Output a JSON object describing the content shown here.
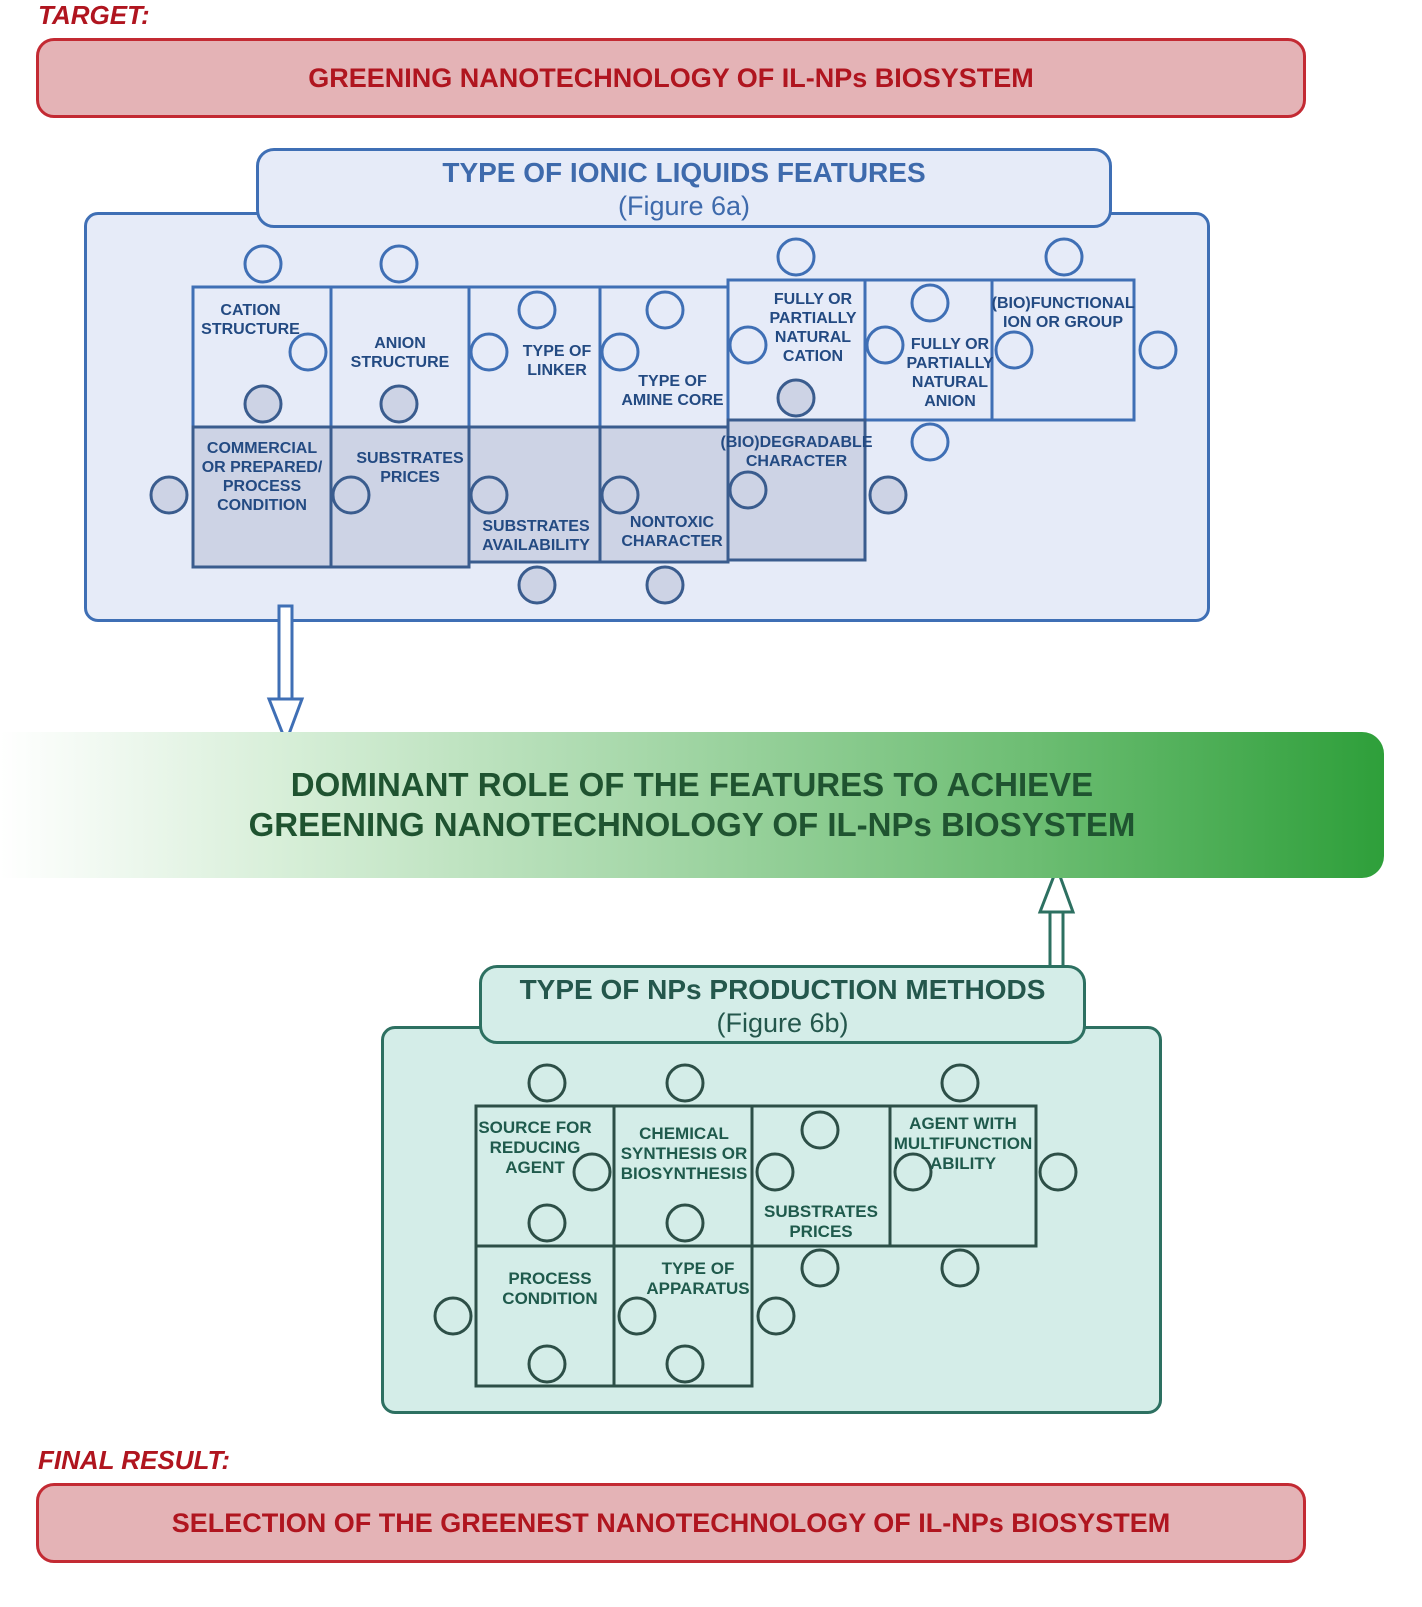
{
  "target": {
    "label": "TARGET:",
    "text": "GREENING NANOTECHNOLOGY OF IL-NPs BIOSYSTEM"
  },
  "ionic_liquids": {
    "title": "TYPE OF IONIC LIQUIDS FEATURES",
    "subtitle": "(Figure 6a)",
    "pieces": [
      "CATION STRUCTURE",
      "ANION STRUCTURE",
      "TYPE OF LINKER",
      "TYPE OF AMINE CORE",
      "FULLY OR PARTIALLY NATURAL CATION",
      "FULLY OR PARTIALLY NATURAL ANION",
      "(BIO)FUNCTIONAL ION OR GROUP",
      "COMMERCIAL OR PREPARED/ PROCESS CONDITION",
      "SUBSTRATES PRICES",
      "SUBSTRATES AVAILABILITY",
      "NONTOXIC CHARACTER",
      "(BIO)DEGRADABLE CHARACTER"
    ]
  },
  "banner": {
    "line1": "DOMINANT ROLE OF THE FEATURES TO ACHIEVE",
    "line2": "GREENING NANOTECHNOLOGY OF IL-NPs BIOSYSTEM"
  },
  "nps_methods": {
    "title": "TYPE OF NPs PRODUCTION METHODS",
    "subtitle": "(Figure 6b)",
    "pieces": [
      "SOURCE FOR REDUCING AGENT",
      "CHEMICAL SYNTHESIS OR BIOSYNTHESIS",
      "SUBSTRATES PRICES",
      "AGENT WITH MULTIFUNCTION ABILITY",
      "PROCESS CONDITION",
      "TYPE OF APPARATUS"
    ]
  },
  "final_result": {
    "label": "FINAL RESULT:",
    "text": "SELECTION OF THE GREENEST NANOTECHNOLOGY OF IL-NPs BIOSYSTEM"
  },
  "colors": {
    "red_text": "#b0151f",
    "red_fill": "#e4b3b6",
    "blue_stroke": "#3f6fb5",
    "blue_fill": "#e6ebf8",
    "green_stroke": "#2d7061",
    "green_fill": "#d4ede8",
    "banner_green": "#2e9f3a"
  }
}
